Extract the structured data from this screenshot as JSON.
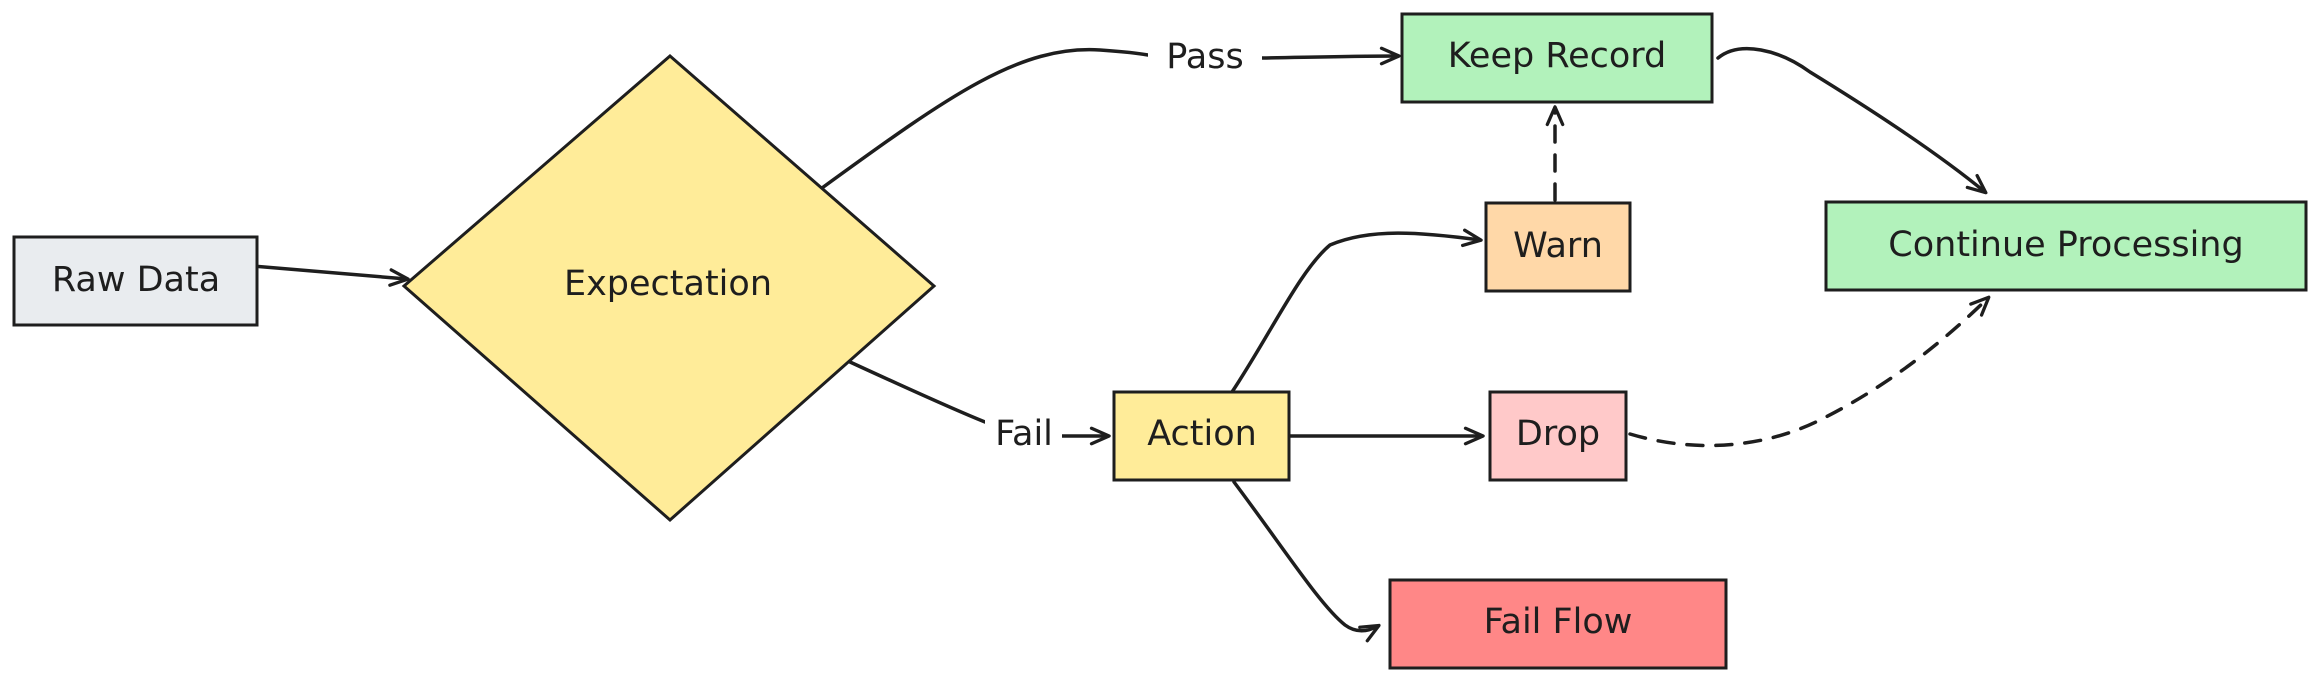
{
  "nodes": {
    "raw_data": {
      "label": "Raw Data",
      "fill": "#e9ecef"
    },
    "expectation": {
      "label": "Expectation",
      "fill": "#ffec99"
    },
    "keep_record": {
      "label": "Keep Record",
      "fill": "#b2f2bb"
    },
    "warn": {
      "label": "Warn",
      "fill": "#ffd8a8"
    },
    "continue_processing": {
      "label": "Continue Processing",
      "fill": "#b2f2bb"
    },
    "action": {
      "label": "Action",
      "fill": "#ffec99"
    },
    "drop": {
      "label": "Drop",
      "fill": "#ffc9c9"
    },
    "fail_flow": {
      "label": "Fail Flow",
      "fill": "#ff8787"
    }
  },
  "edges": {
    "pass_label": "Pass",
    "fail_label": "Fail"
  }
}
